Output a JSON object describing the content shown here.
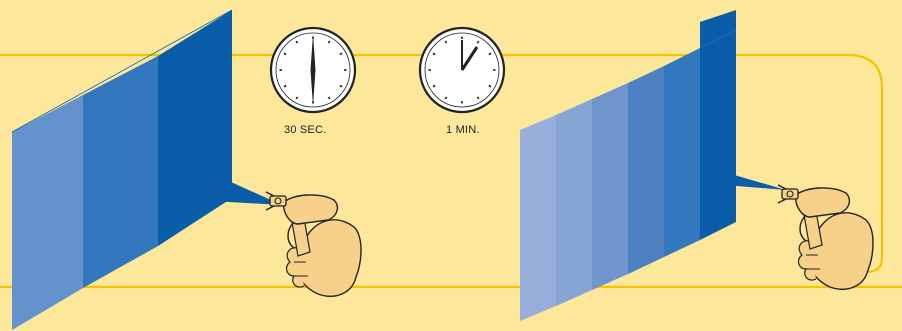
{
  "colors": {
    "background": "#FCE79B",
    "border_line": "#F5C400",
    "paint_dark": "#0A5DA8",
    "paint_mid": "#3377BE",
    "paint_light": "#6392CC",
    "paint_faintest": "#97AFDA",
    "skin": "#F7D08A",
    "outline": "#222222"
  },
  "clocks": [
    {
      "label": "30 SEC.",
      "icon": "clock-30-seconds-icon"
    },
    {
      "label": "1 MIN.",
      "icon": "clock-1-minute-icon"
    }
  ],
  "figures": {
    "left_panel": {
      "coats": 3,
      "icon": "spray-gun-hand-icon"
    },
    "right_panel": {
      "coats": 6,
      "icon": "spray-gun-hand-icon"
    }
  }
}
